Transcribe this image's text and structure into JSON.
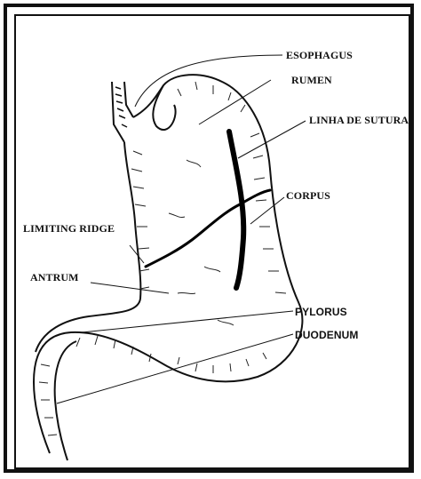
{
  "diagram": {
    "labels": {
      "esophagus": "ESOPHAGUS",
      "rumen": "RUMEN",
      "suture_line": "LINHA DE SUTURA",
      "corpus": "CORPUS",
      "limiting_ridge": "LIMITING RIDGE",
      "antrum": "ANTRUM",
      "pylorus": "PYLORUS",
      "duodenum": "DUODENUM"
    },
    "colors": {
      "ink": "#111111",
      "background": "#ffffff"
    }
  }
}
